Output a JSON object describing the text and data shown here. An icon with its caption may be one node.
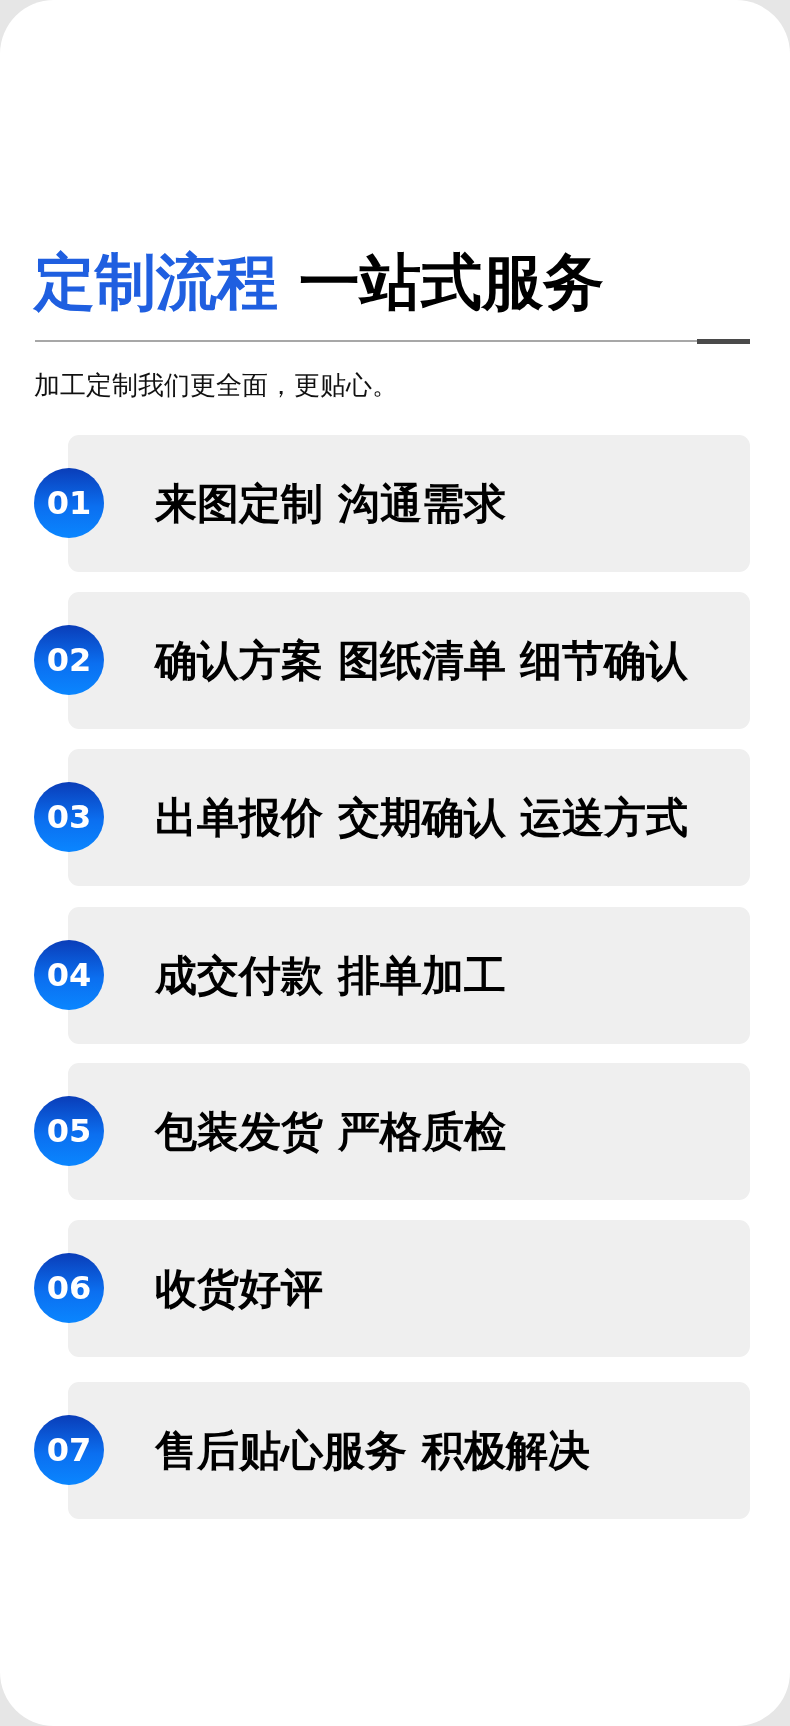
{
  "diagram": {
    "title": "定制流程 一站式服务",
    "nodes": [
      {
        "text": [
          "01"
        ]
      },
      {
        "text": [
          "来图定制 沟通需求"
        ]
      },
      {
        "text": [
          "02"
        ]
      },
      {
        "text": [
          "确认方案 图纸清单 细节确认"
        ]
      },
      {
        "text": [
          "03"
        ]
      },
      {
        "text": [
          "出单报价 交期确认 运送方式"
        ]
      },
      {
        "text": [
          "04"
        ]
      },
      {
        "text": [
          "成交付款 排单加工"
        ]
      },
      {
        "text": [
          "05"
        ]
      },
      {
        "text": [
          "包装发货 严格质检"
        ]
      },
      {
        "text": [
          "06"
        ]
      },
      {
        "text": [
          "收货好评"
        ]
      },
      {
        "text": [
          "07"
        ]
      },
      {
        "text": [
          "售后贴心服务 积极解决"
        ]
      }
    ],
    "labels": [
      "加工定制我们更全面，更贴心。"
    ]
  }
}
